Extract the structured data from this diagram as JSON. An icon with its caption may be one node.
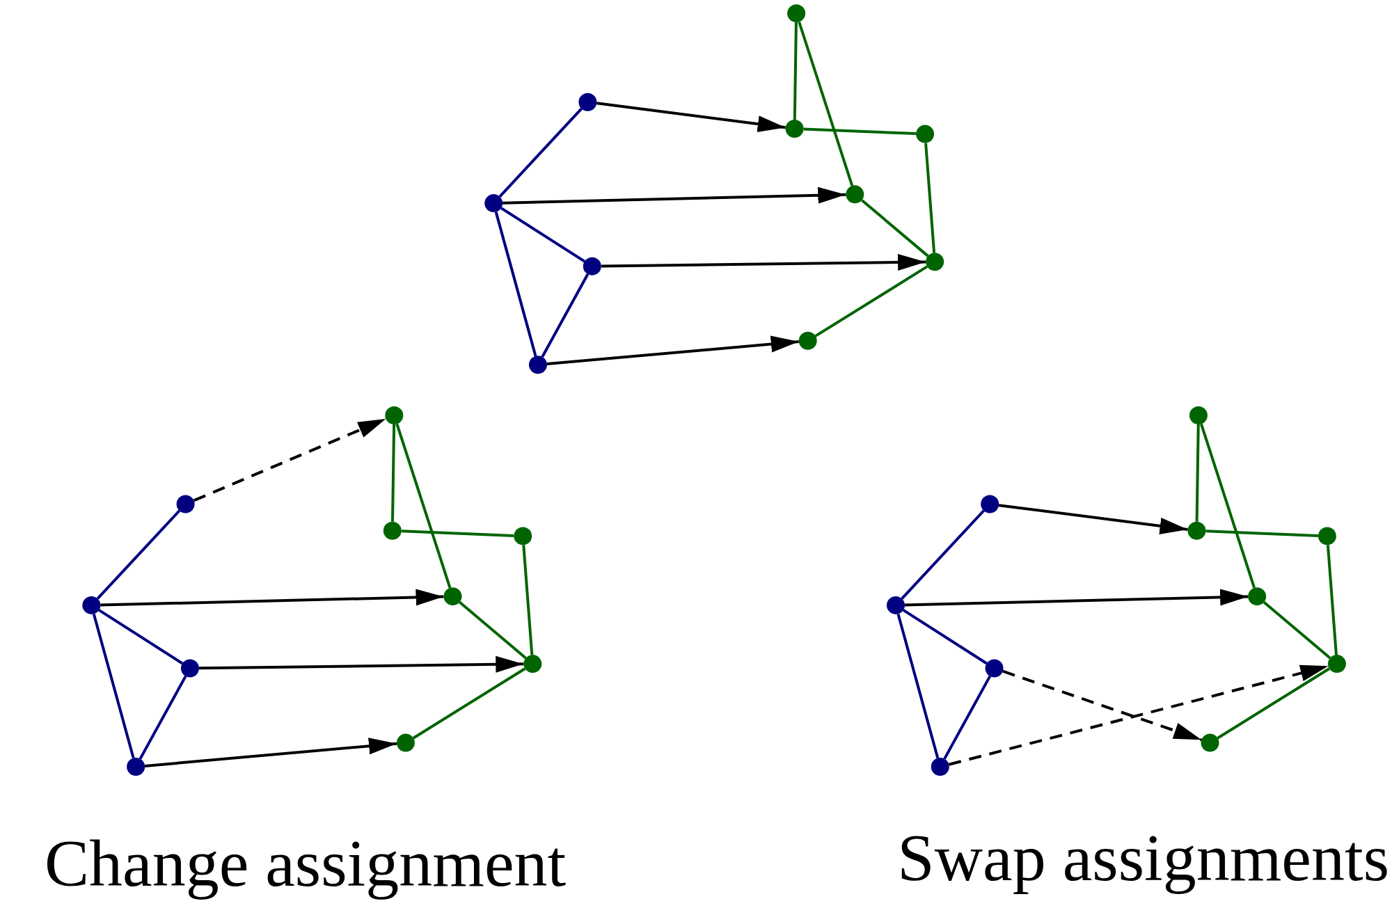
{
  "diagram": {
    "nodes": [
      {
        "text": [],
        "shape": "circle"
      },
      {
        "text": [],
        "shape": "circle"
      },
      {
        "text": [],
        "shape": "circle"
      },
      {
        "text": [],
        "shape": "circle"
      },
      {
        "text": [],
        "shape": "circle"
      },
      {
        "text": [],
        "shape": "circle"
      },
      {
        "text": [],
        "shape": "circle"
      },
      {
        "text": [],
        "shape": "circle"
      },
      {
        "text": [],
        "shape": "circle"
      },
      {
        "text": [],
        "shape": "circle"
      },
      {
        "text": [],
        "shape": "circle"
      },
      {
        "text": [],
        "shape": "circle"
      },
      {
        "text": [],
        "shape": "circle"
      },
      {
        "text": [],
        "shape": "circle"
      },
      {
        "text": [],
        "shape": "circle"
      },
      {
        "text": [],
        "shape": "circle"
      },
      {
        "text": [],
        "shape": "circle"
      },
      {
        "text": [],
        "shape": "circle"
      },
      {
        "text": [],
        "shape": "circle"
      },
      {
        "text": [],
        "shape": "circle"
      },
      {
        "text": [],
        "shape": "circle"
      },
      {
        "text": [],
        "shape": "circle"
      },
      {
        "text": [],
        "shape": "circle"
      },
      {
        "text": [],
        "shape": "circle"
      },
      {
        "text": [],
        "shape": "circle"
      },
      {
        "text": [],
        "shape": "circle"
      },
      {
        "text": [],
        "shape": "circle"
      },
      {
        "text": [],
        "shape": "circle"
      },
      {
        "text": [],
        "shape": "circle"
      },
      {
        "text": [],
        "shape": "circle"
      }
    ],
    "edges": [
      {
        "from": 0,
        "to": 1,
        "arrow": "none",
        "color": "#000080"
      },
      {
        "from": 1,
        "to": 2,
        "arrow": "none",
        "color": "#000080"
      },
      {
        "from": 1,
        "to": 3,
        "arrow": "none",
        "color": "#000080"
      },
      {
        "from": 2,
        "to": 3,
        "arrow": "none",
        "color": "#000080"
      },
      {
        "from": 4,
        "to": 5,
        "arrow": "none"
      },
      {
        "from": 4,
        "to": 7,
        "arrow": "none"
      },
      {
        "from": 5,
        "to": 6,
        "arrow": "none"
      },
      {
        "from": 6,
        "to": 8,
        "arrow": "none"
      },
      {
        "from": 7,
        "to": 8,
        "arrow": "none"
      },
      {
        "from": 8,
        "to": 9,
        "arrow": "none"
      },
      {
        "from": 0,
        "to": 5,
        "arrow": "to",
        "color": "#000000"
      },
      {
        "from": 1,
        "to": 7,
        "arrow": "to",
        "color": "#000000"
      },
      {
        "from": 2,
        "to": 8,
        "arrow": "to",
        "color": "#000000"
      },
      {
        "from": 3,
        "to": 9,
        "arrow": "to",
        "color": "#000000"
      },
      {
        "from": 10,
        "to": 11,
        "arrow": "none",
        "color": "#000080"
      },
      {
        "from": 11,
        "to": 12,
        "arrow": "none",
        "color": "#000080"
      },
      {
        "from": 11,
        "to": 13,
        "arrow": "none",
        "color": "#000080"
      },
      {
        "from": 12,
        "to": 13,
        "arrow": "none",
        "color": "#000080"
      },
      {
        "from": 14,
        "to": 15,
        "arrow": "none"
      },
      {
        "from": 14,
        "to": 17,
        "arrow": "none"
      },
      {
        "from": 15,
        "to": 16,
        "arrow": "none"
      },
      {
        "from": 16,
        "to": 18,
        "arrow": "none"
      },
      {
        "from": 17,
        "to": 18,
        "arrow": "none"
      },
      {
        "from": 18,
        "to": 19,
        "arrow": "none"
      },
      {
        "from": 10,
        "to": 14,
        "arrow": "to",
        "style": "dashed",
        "color": "#000000"
      },
      {
        "from": 11,
        "to": 17,
        "arrow": "to",
        "color": "#000000"
      },
      {
        "from": 12,
        "to": 18,
        "arrow": "to",
        "color": "#000000"
      },
      {
        "from": 13,
        "to": 19,
        "arrow": "to",
        "color": "#000000"
      },
      {
        "from": 20,
        "to": 21,
        "arrow": "none",
        "color": "#000080"
      },
      {
        "from": 21,
        "to": 22,
        "arrow": "none",
        "color": "#000080"
      },
      {
        "from": 21,
        "to": 23,
        "arrow": "none",
        "color": "#000080"
      },
      {
        "from": 22,
        "to": 23,
        "arrow": "none",
        "color": "#000080"
      },
      {
        "from": 24,
        "to": 25,
        "arrow": "none"
      },
      {
        "from": 24,
        "to": 27,
        "arrow": "none"
      },
      {
        "from": 25,
        "to": 26,
        "arrow": "none"
      },
      {
        "from": 26,
        "to": 28,
        "arrow": "none"
      },
      {
        "from": 27,
        "to": 28,
        "arrow": "none"
      },
      {
        "from": 28,
        "to": 29,
        "arrow": "none"
      },
      {
        "from": 20,
        "to": 25,
        "arrow": "to",
        "color": "#000000"
      },
      {
        "from": 21,
        "to": 27,
        "arrow": "to",
        "color": "#000000"
      },
      {
        "from": 22,
        "to": 29,
        "arrow": "to",
        "style": "dashed",
        "color": "#000000"
      },
      {
        "from": 23,
        "to": 28,
        "arrow": "to",
        "style": "dashed",
        "color": "#000000"
      }
    ],
    "labels": [
      "Change assignment",
      "Swap assignments"
    ]
  }
}
